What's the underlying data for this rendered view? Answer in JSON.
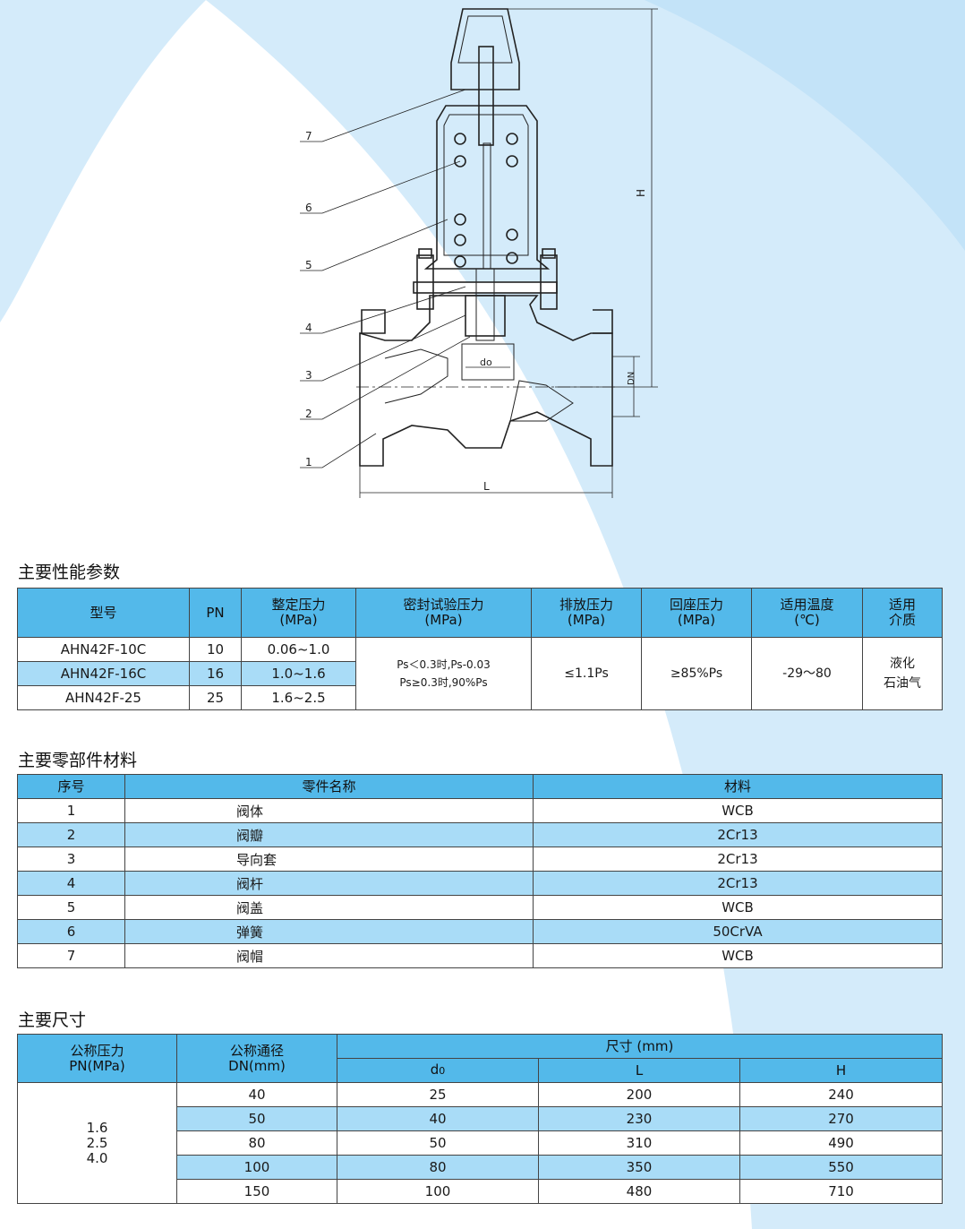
{
  "drawing": {
    "callouts": [
      "7",
      "6",
      "5",
      "4",
      "3",
      "2",
      "1"
    ],
    "dims": {
      "H": "H",
      "DN": "DN",
      "d0": "do",
      "L": "L"
    }
  },
  "section1": {
    "title": "主要性能参数",
    "headers": [
      "型号",
      "PN",
      "整定压力\n(MPa)",
      "密封试验压力\n(MPa)",
      "排放压力\n(MPa)",
      "回座压力\n(MPa)",
      "适用温度\n(℃)",
      "适用\n介质"
    ],
    "rows": [
      {
        "model": "AHN42F-10C",
        "pn": "10",
        "set": "0.06~1.0"
      },
      {
        "model": "AHN42F-16C",
        "pn": "16",
        "set": "1.0~1.6"
      },
      {
        "model": "AHN42F-25",
        "pn": "25",
        "set": "1.6~2.5"
      }
    ],
    "seal_line1": "Ps＜0.3时,Ps-0.03",
    "seal_line2": "Ps≥0.3时,90%Ps",
    "discharge": "≤1.1Ps",
    "reseat": "≥85%Ps",
    "temperature": "-29～80",
    "medium_line1": "液化",
    "medium_line2": "石油气"
  },
  "section2": {
    "title": "主要零部件材料",
    "headers": [
      "序号",
      "零件名称",
      "材料"
    ],
    "rows": [
      [
        "1",
        "阀体",
        "WCB"
      ],
      [
        "2",
        "阀瓣",
        "2Cr13"
      ],
      [
        "3",
        "导向套",
        "2Cr13"
      ],
      [
        "4",
        "阀杆",
        "2Cr13"
      ],
      [
        "5",
        "阀盖",
        "WCB"
      ],
      [
        "6",
        "弹簧",
        "50CrVA"
      ],
      [
        "7",
        "阀帽",
        "WCB"
      ]
    ]
  },
  "section3": {
    "title": "主要尺寸",
    "header_pn": "公称压力\nPN(MPa)",
    "header_dn": "公称通径\nDN(mm)",
    "header_size": "尺寸 (mm)",
    "sub_d": "d",
    "sub_d_suffix": "0",
    "sub_L": "L",
    "sub_H": "H",
    "pn_values": [
      "1.6",
      "2.5",
      "4.0"
    ],
    "rows": [
      [
        "40",
        "25",
        "200",
        "240"
      ],
      [
        "50",
        "40",
        "230",
        "270"
      ],
      [
        "80",
        "50",
        "310",
        "490"
      ],
      [
        "100",
        "80",
        "350",
        "550"
      ],
      [
        "150",
        "100",
        "480",
        "710"
      ]
    ]
  },
  "colors": {
    "header": "#53b9ea",
    "band": "#a9dcf7",
    "bg_swoosh": "#cfe8f9"
  }
}
